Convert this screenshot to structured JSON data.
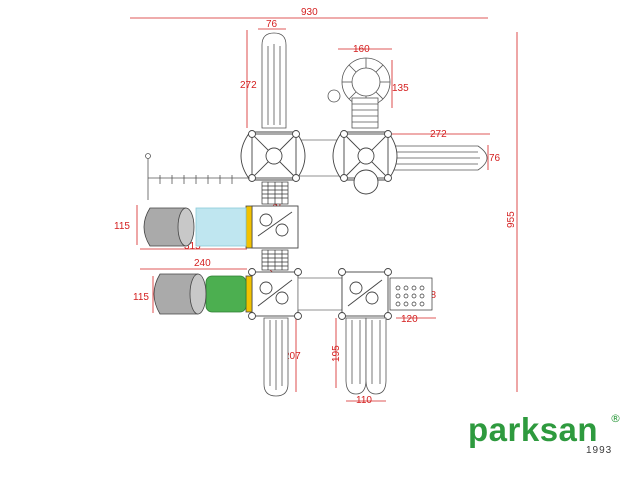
{
  "dimensions": {
    "overall_width": "930",
    "overall_depth": "955",
    "top_slide_width": "76",
    "top_slide_length": "272",
    "spiral_width": "160",
    "spiral_depth": "135",
    "side_slide_length": "272",
    "side_slide_width": "76",
    "tunnel_upper_width": "115",
    "tunnel_upper_length": "315",
    "tunnel_lower_length": "240",
    "tunnel_lower_width": "115",
    "climber_upper": "78",
    "climber_lower": "78",
    "panel_height": "78",
    "panel_width": "120",
    "slide_lower_left_length": "207",
    "slide_lower_right_length": "195",
    "slide_lower_right_width": "110"
  },
  "brand": {
    "name": "parksan",
    "registered": "®",
    "year": "1993"
  },
  "colors": {
    "dimension": "#d42020",
    "brand": "#2e9a3e",
    "tunnel": "#4caf50",
    "tunnel_hood": "#aaaaaa",
    "accent": "#f2c200"
  }
}
